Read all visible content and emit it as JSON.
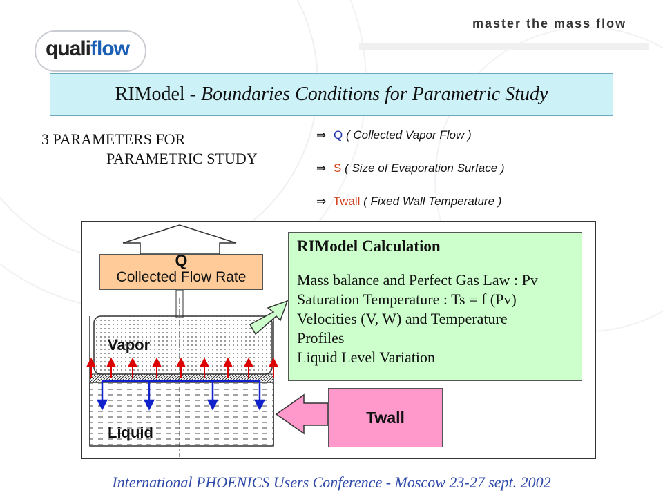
{
  "header": {
    "logo": {
      "part1": "quali",
      "part2": "flow"
    },
    "tagline": "master the mass flow"
  },
  "title": {
    "plain": "RIModel - ",
    "italic": "Boundaries Conditions for Parametric Study"
  },
  "parameters": {
    "heading_line1": "3 PARAMETERS FOR",
    "heading_line2": "PARAMETRIC STUDY",
    "items": [
      {
        "name": "Q",
        "desc": "( Collected Vapor Flow )"
      },
      {
        "name": "S",
        "desc": "( Size of Evaporation Surface )"
      },
      {
        "name": "Twall",
        "desc": "( Fixed Wall Temperature )"
      }
    ]
  },
  "diagram": {
    "q_letter": "Q",
    "q_label": "Collected Flow Rate",
    "vapor_label": "Vapor",
    "liquid_label": "Liquid",
    "twall_label": "Twall",
    "calc": {
      "title": "RIModel Calculation",
      "lines": [
        "Mass balance and Perfect Gas Law : Pv",
        "Saturation Temperature : Ts = f (Pv)",
        "Velocities (V, W) and Temperature",
        "Profiles",
        "Liquid Level Variation"
      ]
    }
  },
  "footer": "International PHOENICS Users Conference - Moscow 23-27 sept. 2002",
  "colors": {
    "title_bg": "#ccf2f8",
    "calc_bg": "#ccffcc",
    "twall_bg": "#ff99cc",
    "q_bg": "#ffcc99",
    "arrow_red": "#dd0000",
    "arrow_blue": "#1122cc",
    "footer_text": "#2f4aa8",
    "param_q": "#2233aa",
    "param_s_twall": "#d2431f"
  }
}
